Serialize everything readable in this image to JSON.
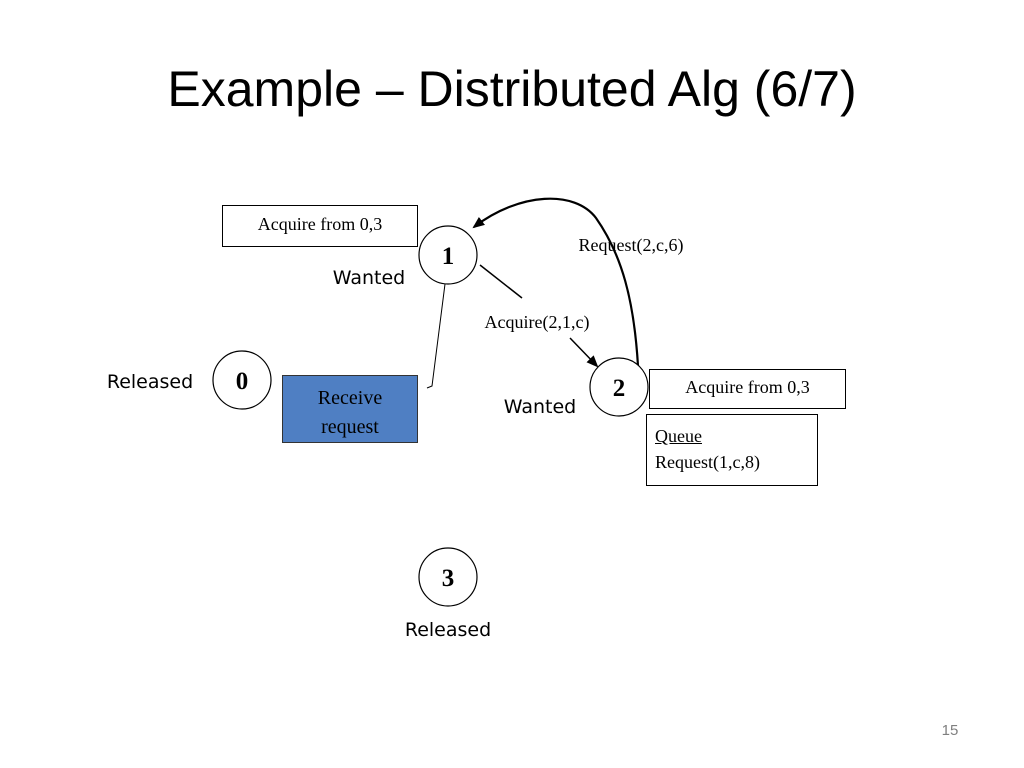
{
  "slide": {
    "title": "Example – Distributed Alg (6/7)",
    "page_number": "15"
  },
  "nodes": [
    {
      "id": "0",
      "label": "0",
      "state": "Released"
    },
    {
      "id": "1",
      "label": "1",
      "state": "Wanted"
    },
    {
      "id": "2",
      "label": "2",
      "state": "Wanted"
    },
    {
      "id": "3",
      "label": "3",
      "state": "Released"
    }
  ],
  "edges": [
    {
      "from": "2",
      "to": "1",
      "label": "Request(2,c,6)"
    },
    {
      "from": "1",
      "to": "2",
      "label": "Acquire(2,1,c)"
    }
  ],
  "annotations": {
    "node1_acquire": "Acquire from 0,3",
    "node2_acquire": "Acquire from 0,3",
    "node2_queue_heading": "Queue",
    "node2_queue_item": "Request(1,c,8)",
    "node0_action_line1": "Receive",
    "node0_action_line2": "request"
  },
  "colors": {
    "receive_box_fill": "#4f7fc3",
    "line": "#000000"
  }
}
